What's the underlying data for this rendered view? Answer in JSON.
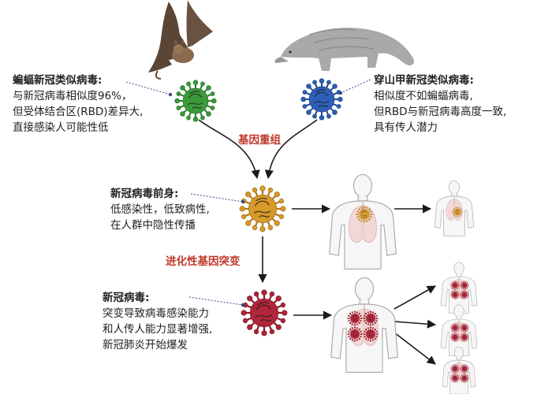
{
  "bat_virus": {
    "title": "蝙蝠新冠类似病毒:",
    "lines": [
      "与新冠病毒相似度96%，",
      "但受体结合区(RBD)差异大,",
      "直接感染人可能性低"
    ]
  },
  "pangolin_virus": {
    "title": "穿山甲新冠类似病毒:",
    "lines": [
      "相似度不如蝙蝠病毒,",
      "但RBD与新冠病毒高度一致,",
      "具有传人潜力"
    ]
  },
  "recombination_label": "基因重组",
  "precursor": {
    "title": "新冠病毒前身:",
    "lines": [
      "低感染性，低致病性,",
      "在人群中隐性传播"
    ]
  },
  "mutation_label": "进化性基因突变",
  "sars_cov_2": {
    "title": "新冠病毒:",
    "lines": [
      "突变导致病毒感染能力",
      "和人传人能力显著增强,",
      "新冠肺炎开始爆发"
    ]
  },
  "colors": {
    "green_virus": "#3a9a3a",
    "blue_virus": "#2f5fb5",
    "orange_virus": "#d99a2b",
    "red_virus": "#b0263a",
    "label_red": "#c0392b"
  },
  "icons": [
    "bat-icon",
    "pangolin-icon",
    "human-body-icon",
    "virus-icon"
  ]
}
